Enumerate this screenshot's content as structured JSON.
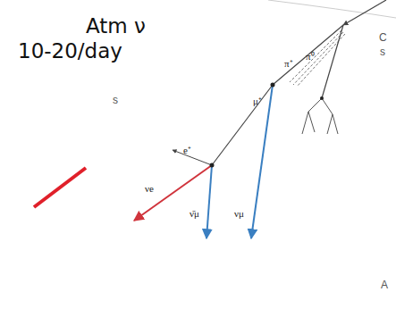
{
  "diagram": {
    "labels": [
      "Atm ν",
      "10-20/day",
      "π⁺",
      "π⁰",
      "μ⁺",
      "e⁺",
      "νe",
      "ν̄μ",
      "νμ",
      "C",
      "s",
      "s",
      "A"
    ]
  }
}
